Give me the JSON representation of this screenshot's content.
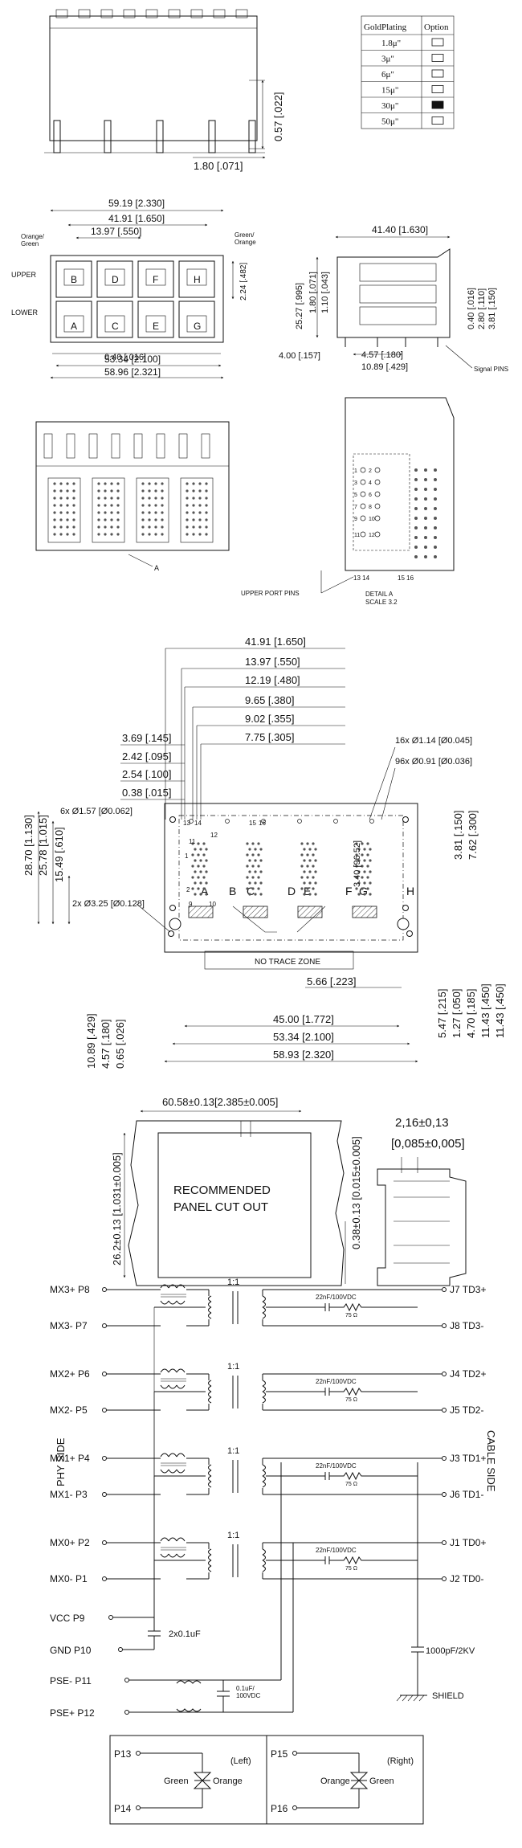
{
  "plating_table": {
    "header_plating": "GoldPlating",
    "header_option": "Option",
    "rows": [
      {
        "label": "1.8μ\"",
        "selected": false
      },
      {
        "label": "3μ\"",
        "selected": false
      },
      {
        "label": "6μ\"",
        "selected": false
      },
      {
        "label": "15μ\"",
        "selected": false
      },
      {
        "label": "30μ\"",
        "selected": true
      },
      {
        "label": "50μ\"",
        "selected": false
      }
    ]
  },
  "view_top": {
    "dim_height": "0.57 [.022]",
    "dim_pin": "1.80 [.071]"
  },
  "view_front": {
    "dim_overall": "59.19 [2.330]",
    "dim_inner": "41.91 [1.650]",
    "dim_pitch": "13.97 [.550]",
    "dim_side": "2.24 [.482]",
    "dim_gap": "0.40 [.016]",
    "dim_base": "53.34 [2.100]",
    "dim_total": "58.96 [2.321]",
    "label_left_led": "Orange/\nGreen",
    "label_right_led": "Green/\nOrange",
    "label_upper": "UPPER",
    "label_lower": "LOWER",
    "ports_upper": [
      "B",
      "D",
      "F",
      "H"
    ],
    "ports_lower": [
      "A",
      "C",
      "E",
      "G"
    ]
  },
  "view_side": {
    "dim_length": "41.40 [1.630]",
    "dim_height": "25.27 [.995]",
    "dim_a": "1.80 [.071]",
    "dim_b": "1.10 [.043]",
    "dim_c": "4.00 [.157]",
    "dim_d": "4.57 [.180]",
    "dim_e": "10.89 [.429]",
    "dim_f": "0.40 [.016]",
    "dim_g": "2.80 [.110]",
    "dim_h": "3.81 [.150]",
    "label_signal": "Signal PINS"
  },
  "view_bottom": {
    "label_a": "A"
  },
  "detail_a": {
    "title": "DETAIL A",
    "scale": "SCALE 3.2",
    "label_upper_pins": "UPPER PORT PINS",
    "pin_labels": [
      "1",
      "2",
      "3",
      "4",
      "5",
      "6",
      "7",
      "8",
      "9",
      "10",
      "11",
      "12",
      "13",
      "14",
      "15",
      "16"
    ],
    "pin_bottom": "13 14",
    "pin_bottom_right": "15 16"
  },
  "footprint": {
    "dims_top": [
      "41.91 [1.650]",
      "13.97 [.550]",
      "12.19 [.480]",
      "9.65 [.380]",
      "9.02 [.355]",
      "7.75 [.305]"
    ],
    "dims_left_top": [
      "3.69 [.145]",
      "2.42 [.095]",
      "2.54 [.100]",
      "0.38 [.015]"
    ],
    "hole_small": "6x Ø1.57 [Ø0.062]",
    "hole_16": "16x Ø1.14 [Ø0.045]",
    "hole_96": "96x Ø0.91 [Ø0.036]",
    "hole_big": "2x Ø3.25 [Ø0.128]",
    "dims_left": [
      "28.70 [1.130]",
      "25.78 [1.015]",
      "15.49 [.610]"
    ],
    "dims_right_top": [
      "3.81 [.150]",
      "7.62 [.300]"
    ],
    "dim_center": "3.40 [96.52]",
    "no_trace": "NO TRACE ZONE",
    "dim_566": "5.66 [.223]",
    "dims_bottom_left": [
      "10.89 [.429]",
      "4.57 [.180]",
      "0.65 [.026]"
    ],
    "dims_bottom": [
      "45.00 [1.772]",
      "53.34 [2.100]",
      "58.93 [2.320]"
    ],
    "dims_right": [
      "5.47 [.215]",
      "1.27 [.050]",
      "4.70 [.185]",
      "11.43 [.450]",
      "11.43 [.450]"
    ],
    "port_letters": [
      "A",
      "B",
      "C",
      "D",
      "E",
      "F",
      "G",
      "H"
    ],
    "pin_nums": [
      "13",
      "14",
      "15",
      "16",
      "11",
      "12",
      "1",
      "2",
      "9",
      "10"
    ]
  },
  "panel": {
    "dim_width": "60.58±0.13[2.385±0.005]",
    "dim_height": "26.2±0.13 [1.031±0.005]",
    "dim_offset": "0.38±0.13 [0.015±0.005]",
    "dim_side_a": "2,16±0,13",
    "dim_side_b": "[0,085±0,005]",
    "title_line1": "RECOMMENDED",
    "title_line2": "PANEL CUT OUT"
  },
  "schematic": {
    "ratio": "1:1",
    "phy_side": "PHY SIDE",
    "cable_side": "CABLE SIDE",
    "left_pins": [
      {
        "name": "MX3+",
        "pin": "P8"
      },
      {
        "name": "MX3-",
        "pin": "P7"
      },
      {
        "name": "MX2+",
        "pin": "P6"
      },
      {
        "name": "MX2-",
        "pin": "P5"
      },
      {
        "name": "MX1+",
        "pin": "P4"
      },
      {
        "name": "MX1-",
        "pin": "P3"
      },
      {
        "name": "MX0+",
        "pin": "P2"
      },
      {
        "name": "MX0-",
        "pin": "P1"
      }
    ],
    "right_pins": [
      {
        "name": "TD3+",
        "pin": "J7"
      },
      {
        "name": "TD3-",
        "pin": "J8"
      },
      {
        "name": "TD2+",
        "pin": "J4"
      },
      {
        "name": "TD2-",
        "pin": "J5"
      },
      {
        "name": "TD1+",
        "pin": "J3"
      },
      {
        "name": "TD1-",
        "pin": "J6"
      },
      {
        "name": "TD0+",
        "pin": "J1"
      },
      {
        "name": "TD0-",
        "pin": "J2"
      }
    ],
    "cap_label": "22nF/100VDC",
    "res_label": "75 Ω",
    "vcc": {
      "name": "VCC",
      "pin": "P9"
    },
    "gnd": {
      "name": "GND",
      "pin": "P10"
    },
    "pse_minus": {
      "name": "PSE-",
      "pin": "P11"
    },
    "pse_plus": {
      "name": "PSE+",
      "pin": "P12"
    },
    "cap_vcc": "2x0.1uF",
    "cap_pse": "0.1uF/\n100VDC",
    "cap_shield": "1000pF/2KV",
    "shield": "SHIELD"
  },
  "led_box": {
    "left": {
      "p_top": "P13",
      "p_bot": "P14",
      "side": "(Left)",
      "c1": "Green",
      "c2": "Orange"
    },
    "right": {
      "p_top": "P15",
      "p_bot": "P16",
      "side": "(Right)",
      "c1": "Orange",
      "c2": "Green"
    }
  }
}
